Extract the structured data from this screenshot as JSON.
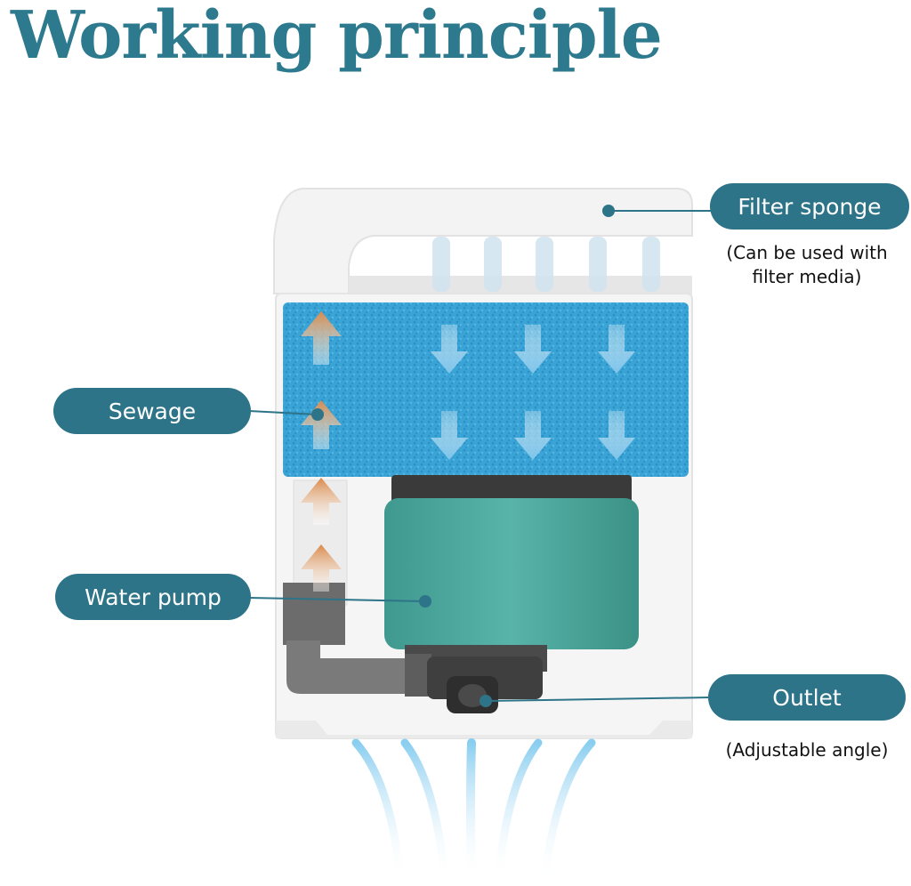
{
  "title": "Working principle",
  "labels": {
    "filter_sponge": "Filter sponge",
    "filter_sponge_note_line1": "(Can be used with",
    "filter_sponge_note_line2": "filter media)",
    "sewage": "Sewage",
    "water_pump": "Water pump",
    "outlet": "Outlet",
    "outlet_note": "(Adjustable angle)"
  },
  "colors": {
    "title": "#2d7a8e",
    "pill": "#2d7489",
    "sponge": "#3aa4d6",
    "pump": "#4aa69c",
    "up_arrow": "#d98a4a",
    "down_arrow": "#7cc3ea",
    "housing": "#f2f2f2"
  }
}
